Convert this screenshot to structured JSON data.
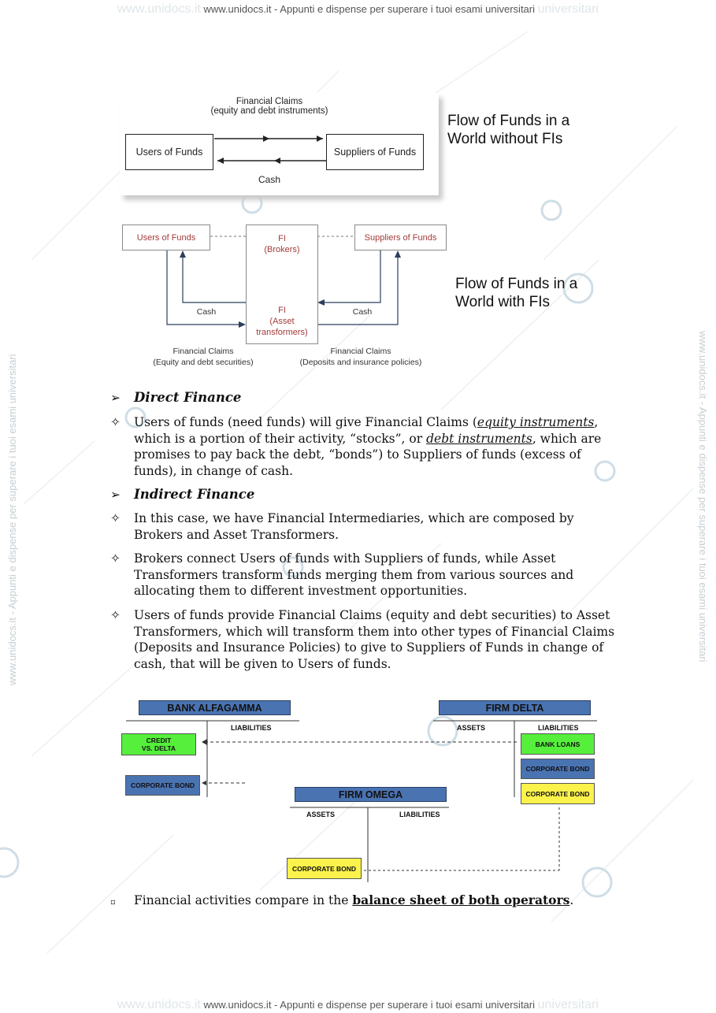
{
  "watermark": {
    "ghost_left": "www.unidocs.it",
    "text": "www.unidocs.it - Appunti e dispense per superare i tuoi esami universitari",
    "ghost_right": "universitari"
  },
  "diagram_without": {
    "claims_label_1": "Financial Claims",
    "claims_label_2": "(equity and debt instruments)",
    "users": "Users of Funds",
    "suppliers": "Suppliers of Funds",
    "cash": "Cash",
    "title_1": "Flow of Funds in a",
    "title_2": "World without FIs"
  },
  "diagram_with": {
    "users": "Users of Funds",
    "fi_brokers_1": "FI",
    "fi_brokers_2": "(Brokers)",
    "suppliers": "Suppliers of Funds",
    "cash_left": "Cash",
    "cash_right": "Cash",
    "fi_asset_1": "FI",
    "fi_asset_2": "(Asset",
    "fi_asset_3": "transformers)",
    "claims_left_1": "Financial Claims",
    "claims_left_2": "(Equity and debt securities)",
    "claims_right_1": "Financial Claims",
    "claims_right_2": "(Deposits and insurance policies)",
    "title_1": "Flow of Funds in a",
    "title_2": "World with FIs"
  },
  "text": {
    "marker_heading": "➢",
    "marker_item": "✧",
    "marker_square": "▫",
    "h1": "Direct Finance",
    "p1_a": "Users of funds (need funds) will give Financial Claims (",
    "p1_b": "equity instruments",
    "p1_c": ", which is a portion of their activity, “stocks”, or ",
    "p1_d": "debt instruments",
    "p1_e": ", which are promises to pay back the debt, “bonds”) to Suppliers of funds (excess of funds), in change of cash.",
    "h2": "Indirect Finance",
    "p2": "In this case, we have Financial Intermediaries, which are composed by Brokers and Asset Transformers.",
    "p3": "Brokers connect Users of funds with Suppliers of funds, while Asset Transformers transform funds merging them from various sources and allocating them to different investment opportunities.",
    "p4": "Users of funds provide Financial Claims (equity and debt securities) to Asset Transformers, which will transform them into other types of Financial Claims (Deposits and Insurance Policies) to give to Suppliers of Funds in change of cash, that will be given to Users of funds.",
    "p5_a": "Financial activities compare in the ",
    "p5_b": "balance sheet of both operators",
    "p5_c": "."
  },
  "balance": {
    "bank": "BANK ALFAGAMMA",
    "bank_liabilities": "LIABILITIES",
    "credit_1": "CREDIT",
    "credit_2": "VS. DELTA",
    "bank_corp_bond": "CORPORATE BOND",
    "delta": "FIRM DELTA",
    "delta_assets": "ASSETS",
    "delta_liabilities": "LIABILITIES",
    "bank_loans": "BANK LOANS",
    "delta_corp_bond_1": "CORPORATE BOND",
    "delta_corp_bond_2": "CORPORATE BOND",
    "omega": "FIRM OMEGA",
    "omega_assets": "ASSETS",
    "omega_liabilities": "LIABILITIES",
    "omega_corp_bond": "CORPORATE BOND"
  }
}
